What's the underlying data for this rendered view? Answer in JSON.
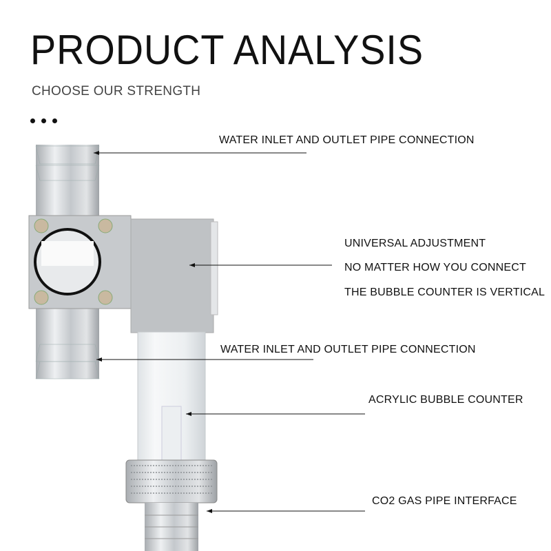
{
  "header": {
    "title": "PRODUCT ANALYSIS",
    "subtitle": "CHOOSE OUR STRENGTH"
  },
  "callouts": [
    {
      "text": "WATER INLET AND OUTLET PIPE CONNECTION"
    },
    {
      "lines": [
        "UNIVERSAL ADJUSTMENT",
        "NO MATTER HOW YOU CONNECT",
        "THE BUBBLE COUNTER IS VERTICAL"
      ]
    },
    {
      "text": "WATER INLET AND OUTLET PIPE CONNECTION"
    },
    {
      "text": "ACRYLIC BUBBLE COUNTER"
    },
    {
      "text": "CO2 GAS PIPE INTERFACE"
    }
  ]
}
